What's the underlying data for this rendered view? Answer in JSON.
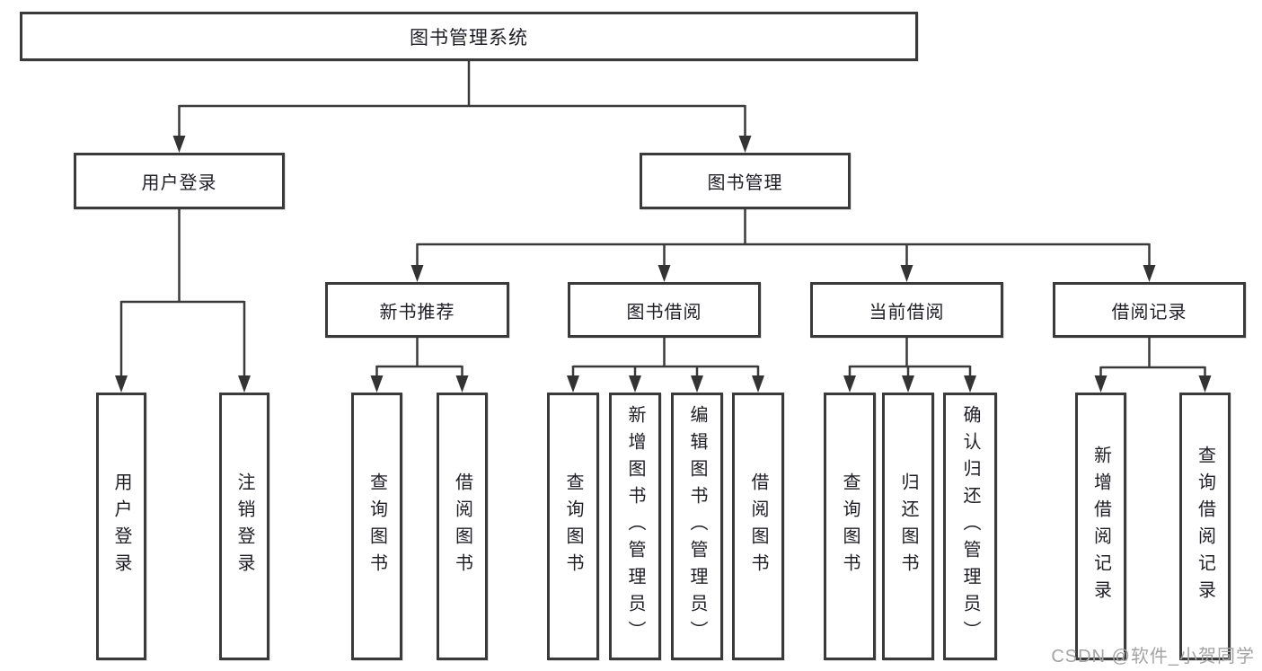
{
  "diagram": {
    "type": "hierarchy-tree",
    "tree": {
      "label": "图书管理系统",
      "children": [
        {
          "label": "用户登录",
          "children": [
            {
              "label": "用户登录"
            },
            {
              "label": "注销登录"
            }
          ]
        },
        {
          "label": "图书管理",
          "children": [
            {
              "label": "新书推荐",
              "children": [
                {
                  "label": "查询图书"
                },
                {
                  "label": "借阅图书"
                }
              ]
            },
            {
              "label": "图书借阅",
              "children": [
                {
                  "label": "查询图书"
                },
                {
                  "label": "新增图书（管理员）"
                },
                {
                  "label": "编辑图书（管理员）"
                },
                {
                  "label": "借阅图书"
                }
              ]
            },
            {
              "label": "当前借阅",
              "children": [
                {
                  "label": "查询图书"
                },
                {
                  "label": "归还图书"
                },
                {
                  "label": "确认归还（管理员）"
                }
              ]
            },
            {
              "label": "借阅记录",
              "children": [
                {
                  "label": "新增借阅记录"
                },
                {
                  "label": "查询借阅记录"
                }
              ]
            }
          ]
        }
      ]
    }
  },
  "watermark": {
    "text": "CSDN @软件_小贺同学"
  },
  "colors": {
    "background": "#ffffff",
    "box_border": "#3a3a3a",
    "connector_line": "#3a3a3a",
    "arrowhead": "#333333",
    "text": "#1e1e24",
    "watermark_text": "#a3a3a3"
  }
}
